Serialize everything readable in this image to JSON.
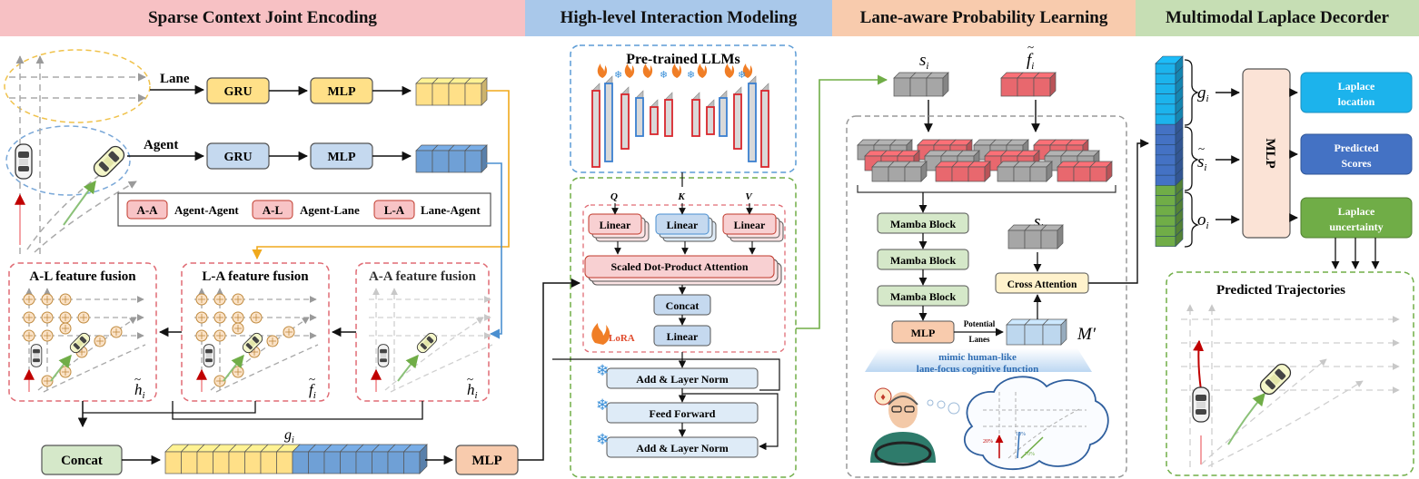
{
  "headers": {
    "section1": "Sparse Context Joint Encoding",
    "section2": "High-level Interaction Modeling",
    "section3": "Lane-aware Probability Learning",
    "section4": "Multimodal Laplace Decorder"
  },
  "colors": {
    "section1_bg": "#f7c1c4",
    "section2_bg": "#a9c8ea",
    "section3_bg": "#f8cbad",
    "section4_bg": "#c6deb4",
    "yellow": "#ffe088",
    "blue": "#6fa0d6",
    "red": "#e8686e",
    "gray": "#a6a6a6",
    "green_box": "#d9ead3",
    "orange_box": "#f8cbad",
    "cyan": "#1cb3ec",
    "royal_blue": "#4472c4",
    "decoder_green": "#70ad47"
  },
  "encoder": {
    "lane_label": "Lane",
    "agent_label": "Agent",
    "gru_label": "GRU",
    "mlp_label": "MLP",
    "legend": {
      "aa_tag": "A-A",
      "aa_text": "Agent-Agent",
      "al_tag": "A-L",
      "al_text": "Agent-Lane",
      "la_tag": "L-A",
      "la_text": "Lane-Agent"
    },
    "al_fusion": "A-L feature fusion",
    "la_fusion": "L-A feature fusion",
    "aa_fusion": "A-A feature fusion",
    "h_sym": "h",
    "h_sub": "i",
    "f_sym": "f",
    "f_sub": "i",
    "concat_label": "Concat",
    "g_sym": "g",
    "g_sub": "i",
    "mlp_out_label": "MLP"
  },
  "llm": {
    "pretrained_title": "Pre-trained LLMs",
    "q_label": "Q",
    "k_label": "K",
    "v_label": "V",
    "linear_label": "Linear",
    "sdpa_label": "Scaled Dot-Product Attention",
    "concat_label": "Concat",
    "lora_label": "LoRA",
    "add_norm_label": "Add & Layer Norm",
    "feed_forward_label": "Feed Forward"
  },
  "lane_prob": {
    "s_sym": "s",
    "s_sub": "i",
    "f_sym": "f",
    "f_sub": "i",
    "mamba_label": "Mamba Block",
    "mlp_label": "MLP",
    "potential_lanes_line1": "Potential",
    "potential_lanes_line2": "Lanes",
    "m_label": "M′",
    "cross_attention_label": "Cross Attention",
    "mimic_line1": "mimic human-like",
    "mimic_line2": "lane-focus cognitive function",
    "pct1": "20%",
    "pct2": "10%",
    "pct3": "70%"
  },
  "decoder": {
    "g_sym": "g",
    "g_sub": "i",
    "s_sym": "s",
    "s_sub": "i",
    "o_sym": "o",
    "o_sub": "i",
    "mlp_label": "MLP",
    "laplace_location_l1": "Laplace",
    "laplace_location_l2": "location",
    "predicted_scores_l1": "Predicted",
    "predicted_scores_l2": "Scores",
    "laplace_unc_l1": "Laplace",
    "laplace_unc_l2": "uncertainty",
    "predicted_trajectories": "Predicted Trajectories"
  }
}
